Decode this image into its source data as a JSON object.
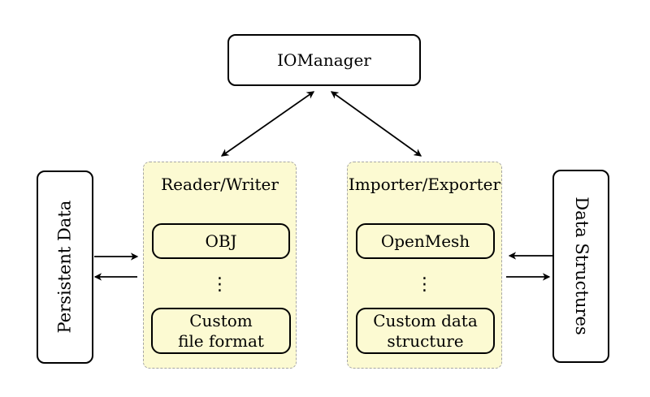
{
  "diagram": {
    "nodes": {
      "iomanager": "IOManager",
      "persistent_data": "Persistent Data",
      "data_structures": "Data Structures"
    },
    "reader_writer": {
      "title": "Reader/Writer",
      "item1": "OBJ",
      "dots": "⋮",
      "item2_line1": "Custom",
      "item2_line2": "file format"
    },
    "importer_exporter": {
      "title": "Importer/Exporter",
      "item1": "OpenMesh",
      "dots": "⋮",
      "item2_line1": "Custom data",
      "item2_line2": "structure"
    },
    "arrows": [
      {
        "from": "iomanager",
        "to": "reader-writer",
        "bidirectional": true
      },
      {
        "from": "iomanager",
        "to": "importer-exporter",
        "bidirectional": true
      },
      {
        "from": "persistent-data",
        "to": "reader-writer",
        "bidirectional": false
      },
      {
        "from": "reader-writer",
        "to": "persistent-data",
        "bidirectional": false
      },
      {
        "from": "data-structures",
        "to": "importer-exporter",
        "bidirectional": false
      },
      {
        "from": "importer-exporter",
        "to": "data-structures",
        "bidirectional": false
      }
    ],
    "colors": {
      "group_fill": "#fcfad2",
      "group_border": "#a6a6a6",
      "node_fill": "#ffffff",
      "stroke": "#000000"
    }
  }
}
